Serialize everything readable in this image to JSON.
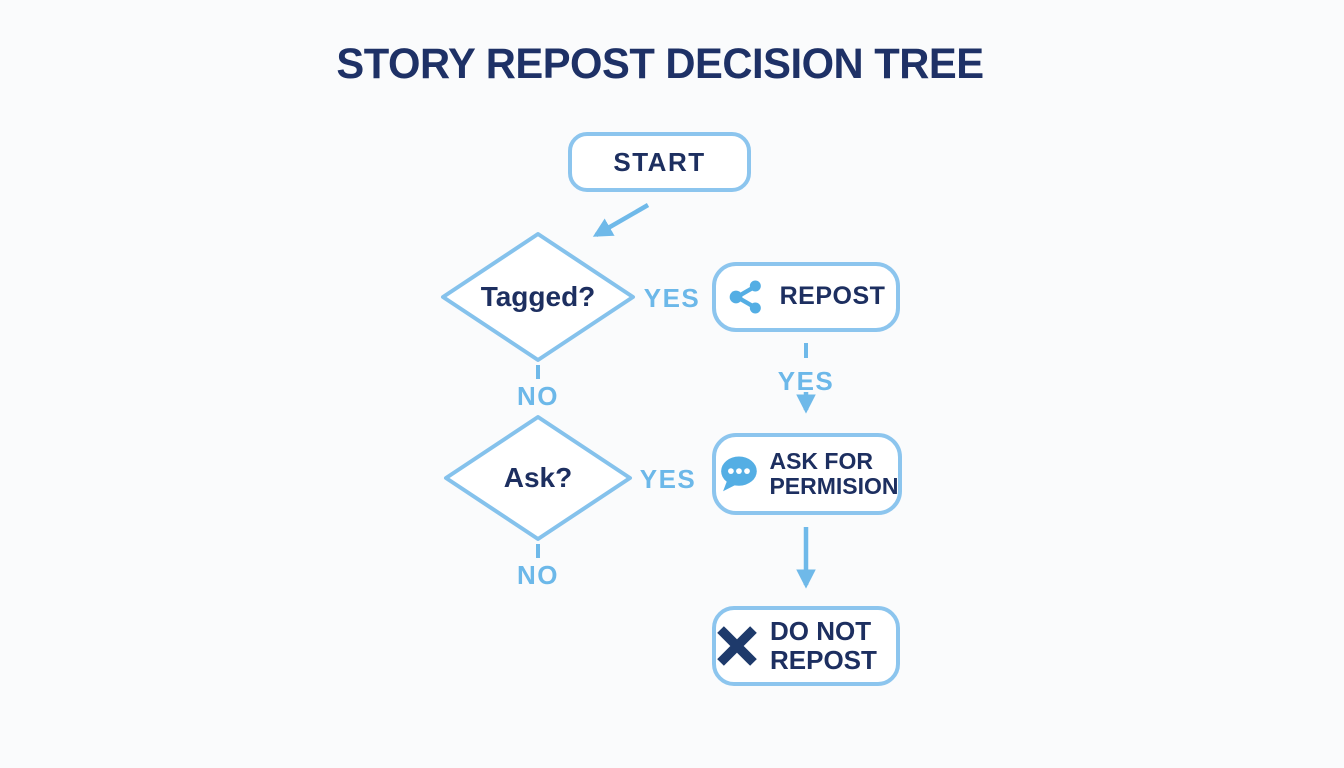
{
  "title": "STORY REPOST DECISION TREE",
  "nodes": {
    "start": {
      "label": "START",
      "shape": "rounded-rect"
    },
    "tagged": {
      "label": "Tagged?",
      "shape": "diamond"
    },
    "ask": {
      "label": "Ask?",
      "shape": "diamond"
    },
    "repost": {
      "label": "REPOST",
      "shape": "rounded-rect",
      "icon": "share-icon"
    },
    "ask_permission": {
      "label": "ASK FOR PERMISION",
      "shape": "rounded-rect",
      "icon": "chat-bubble-icon"
    },
    "do_not_repost": {
      "label": "DO NOT REPOST",
      "shape": "rounded-rect",
      "icon": "x-icon"
    }
  },
  "edge_labels": {
    "tagged_yes": "YES",
    "tagged_no": "NO",
    "repost_yes": "YES",
    "ask_yes": "YES",
    "ask_no": "NO"
  },
  "flow": [
    "START -> Tagged?",
    "Tagged? -YES-> REPOST",
    "Tagged? -NO-> Ask?",
    "REPOST -YES-> ASK FOR PERMISION",
    "Ask? -YES-> ASK FOR PERMISION",
    "Ask? -NO-> (end)",
    "ASK FOR PERMISION -> DO NOT REPOST"
  ],
  "colors": {
    "background": "#fafbfc",
    "node_fill": "#ffffff",
    "node_border_blue": "#8cc5ee",
    "accent_blue": "#6cb8e9",
    "icon_blue": "#54aee4",
    "navy_text": "#1d2f60",
    "title_navy": "#1e3166"
  }
}
